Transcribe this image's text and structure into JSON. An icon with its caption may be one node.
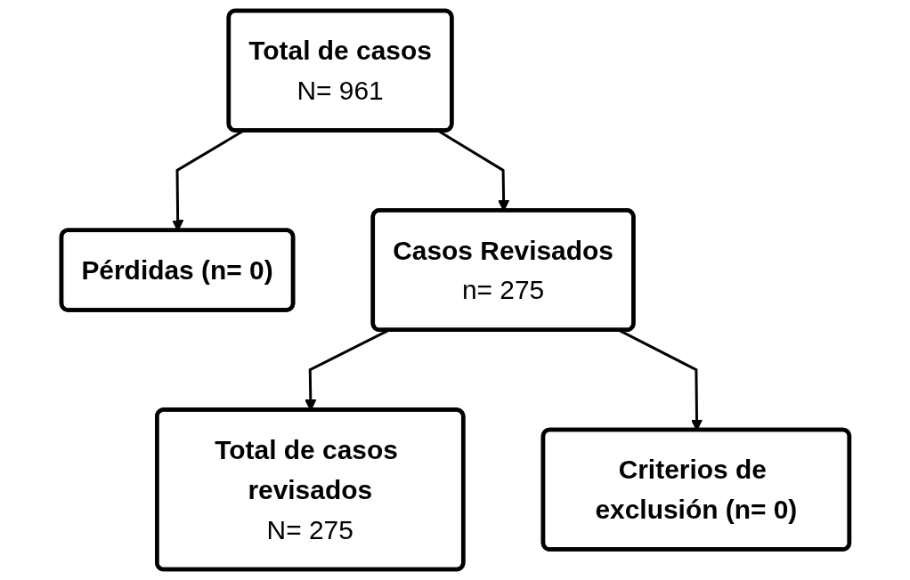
{
  "diagram": {
    "nodes": [
      {
        "text": [
          "Total de casos",
          "N= 961"
        ]
      },
      {
        "text": [
          "Pérdidas (n= 0)"
        ]
      },
      {
        "text": [
          "Casos Revisados",
          "n= 275"
        ]
      },
      {
        "text": [
          "Criterios de exclusión (n= 0)"
        ]
      },
      {
        "text": [
          "Total de casos revisados",
          "N= 275"
        ]
      }
    ],
    "edges": [
      {
        "from": 0,
        "to": 2,
        "arrow": "to"
      },
      {
        "from": 0,
        "to": 1,
        "arrow": "to"
      },
      {
        "from": 2,
        "to": 4,
        "arrow": "to"
      },
      {
        "from": 2,
        "to": 3,
        "arrow": "to"
      }
    ]
  }
}
